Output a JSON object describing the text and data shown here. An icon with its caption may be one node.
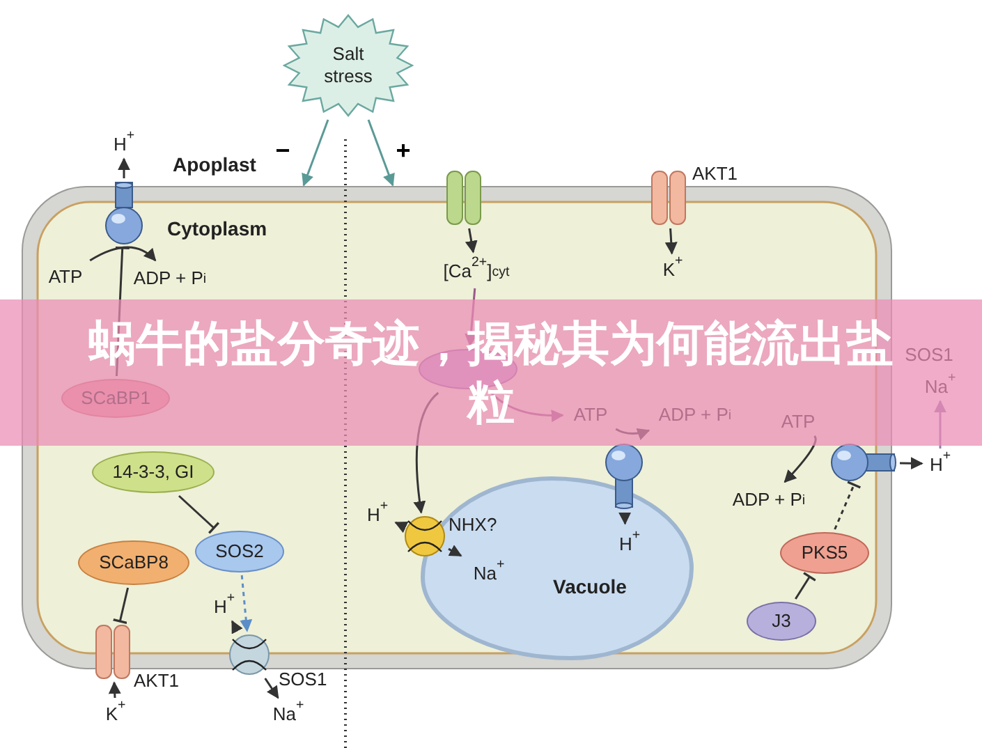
{
  "diagram": {
    "title": "蜗牛的盐分奇迹，揭秘其为何能流出盐粒",
    "nodes": [
      {
        "text": [
          "Salt stress"
        ]
      },
      {
        "text": [
          "H$^{+}$"
        ]
      },
      {
        "text": [],
        "shape": "picture"
      },
      {
        "text": [
          "ATP"
        ]
      },
      {
        "text": [
          "ADP + P$_{i}$"
        ]
      },
      {
        "text": [],
        "shape": "picture"
      },
      {
        "text": [
          "[Ca$^{2+}$]$_{cyt}$"
        ]
      },
      {
        "text": [],
        "shape": "picture",
        "beside": [
          "AKT1"
        ]
      },
      {
        "text": [
          "K$^{+}$"
        ]
      },
      {
        "text": [
          "SCaBP1"
        ]
      },
      {
        "text": [],
        "shape": "ellipse"
      },
      {
        "text": [
          "ATP"
        ]
      },
      {
        "text": [
          "ADP + P$_{i}$"
        ]
      },
      {
        "text": [],
        "shape": "picture"
      },
      {
        "text": [
          "H$^{+}$"
        ],
        "in": 32
      },
      {
        "text": [
          "ATP"
        ]
      },
      {
        "text": [],
        "shape": "picture"
      },
      {
        "text": [
          "H$^{+}$"
        ]
      },
      {
        "text": [
          "ADP + P$_{i}$"
        ]
      },
      {
        "text": [
          "SOS1"
        ]
      },
      {
        "text": [
          "Na$^{+}$"
        ]
      },
      {
        "text": [
          "14-3-3, GI"
        ]
      },
      {
        "text": [
          "SOS2"
        ]
      },
      {
        "text": [
          "SCaBP8"
        ]
      },
      {
        "text": [],
        "shape": "picture",
        "beside": [
          "AKT1"
        ]
      },
      {
        "text": [
          "K$^{+}$"
        ]
      },
      {
        "text": [],
        "shape": "picture",
        "beside": [
          "SOS1"
        ]
      },
      {
        "text": [
          "H$^{+}$"
        ]
      },
      {
        "text": [
          "Na$^{+}$"
        ]
      },
      {
        "text": [],
        "shape": "picture",
        "beside": [
          "NHX?"
        ]
      },
      {
        "text": [
          "H$^{+}$"
        ]
      },
      {
        "text": [
          "Na$^{+}$"
        ],
        "in": 32
      },
      {
        "text": [
          "Vacuole"
        ]
      },
      {
        "text": [
          "PKS5"
        ]
      },
      {
        "text": [
          "J3"
        ]
      }
    ],
    "edges": [
      {
        "from": 0,
        "to": null,
        "arrow": "to",
        "label": "−",
        "color": "#5a9a96"
      },
      {
        "from": 0,
        "to": null,
        "arrow": "to",
        "label": "+",
        "color": "#5a9a96"
      },
      {
        "from": 2,
        "to": 1,
        "arrow": "to"
      },
      {
        "from": 3,
        "to": 4,
        "arrow": "to"
      },
      {
        "from": 9,
        "to": 2,
        "arrow": "other"
      },
      {
        "from": 5,
        "to": 6,
        "arrow": "to"
      },
      {
        "from": 7,
        "to": 8,
        "arrow": "to"
      },
      {
        "from": 6,
        "to": 10,
        "arrow": "to",
        "color": "#9a5a8a"
      },
      {
        "from": 10,
        "to": 29,
        "arrow": "to"
      },
      {
        "from": 10,
        "to": 11,
        "arrow": "to",
        "color": "#9a5a8a"
      },
      {
        "from": 11,
        "to": 12,
        "arrow": "to"
      },
      {
        "from": 13,
        "to": 14,
        "arrow": "to"
      },
      {
        "from": 15,
        "to": 18,
        "arrow": "to"
      },
      {
        "from": 16,
        "to": 17,
        "arrow": "to"
      },
      {
        "from": 17,
        "to": 20,
        "arrow": "to",
        "color": "#9a7ab0"
      },
      {
        "from": 21,
        "to": 22,
        "arrow": "other"
      },
      {
        "from": 23,
        "to": 24,
        "arrow": "other"
      },
      {
        "from": 22,
        "to": 26,
        "arrow": "to",
        "style": "dashed",
        "color": "#5b8ec9"
      },
      {
        "from": 25,
        "to": 24,
        "arrow": "to"
      },
      {
        "from": 26,
        "to": 27,
        "arrow": "to"
      },
      {
        "from": 26,
        "to": 28,
        "arrow": "to"
      },
      {
        "from": 29,
        "to": 30,
        "arrow": "to"
      },
      {
        "from": 29,
        "to": 31,
        "arrow": "to"
      },
      {
        "from": 33,
        "to": 16,
        "arrow": "other",
        "style": "dashed"
      },
      {
        "from": 34,
        "to": 33,
        "arrow": "other"
      }
    ],
    "labels": [
      "Apoplast",
      "Cytoplasm"
    ]
  }
}
